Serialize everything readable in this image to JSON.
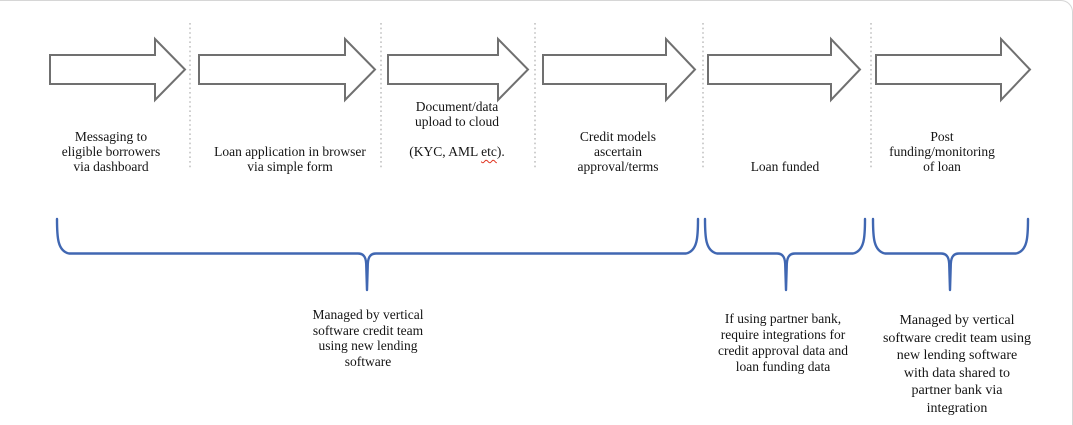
{
  "diagram": {
    "stages": [
      {
        "label": "Messaging to\neligible borrowers\nvia dashboard"
      },
      {
        "label": "Loan application in browser\nvia simple form"
      },
      {
        "label_lines_1_2": "Document/data\nupload to cloud",
        "label_line_3": {
          "prefix": "(KYC, AML ",
          "misspelled_word": "etc",
          "suffix": ")."
        }
      },
      {
        "label": "Credit models\nascertain\napproval/terms"
      },
      {
        "label": "Loan funded"
      },
      {
        "label": "Post\nfunding/monitoring\nof loan"
      }
    ],
    "annotations": [
      {
        "spans": "stages 1-4",
        "label": "Managed by vertical\nsoftware credit team\nusing new lending\nsoftware"
      },
      {
        "spans": "stage 5",
        "label": "If using partner bank,\nrequire integrations for\ncredit approval data and\nloan funding data"
      },
      {
        "spans": "stage 6",
        "label": "Managed by vertical\nsoftware credit team using\nnew lending software\nwith data shared to\npartner bank via\nintegration"
      }
    ]
  },
  "colors": {
    "brace-blue": "#4067b2",
    "arrow-outline": "#707070",
    "separator-gray": "#b3b3b3",
    "spellcheck-red": "#e0321e",
    "page-border": "#d6d6d6",
    "text-black": "#141414"
  }
}
